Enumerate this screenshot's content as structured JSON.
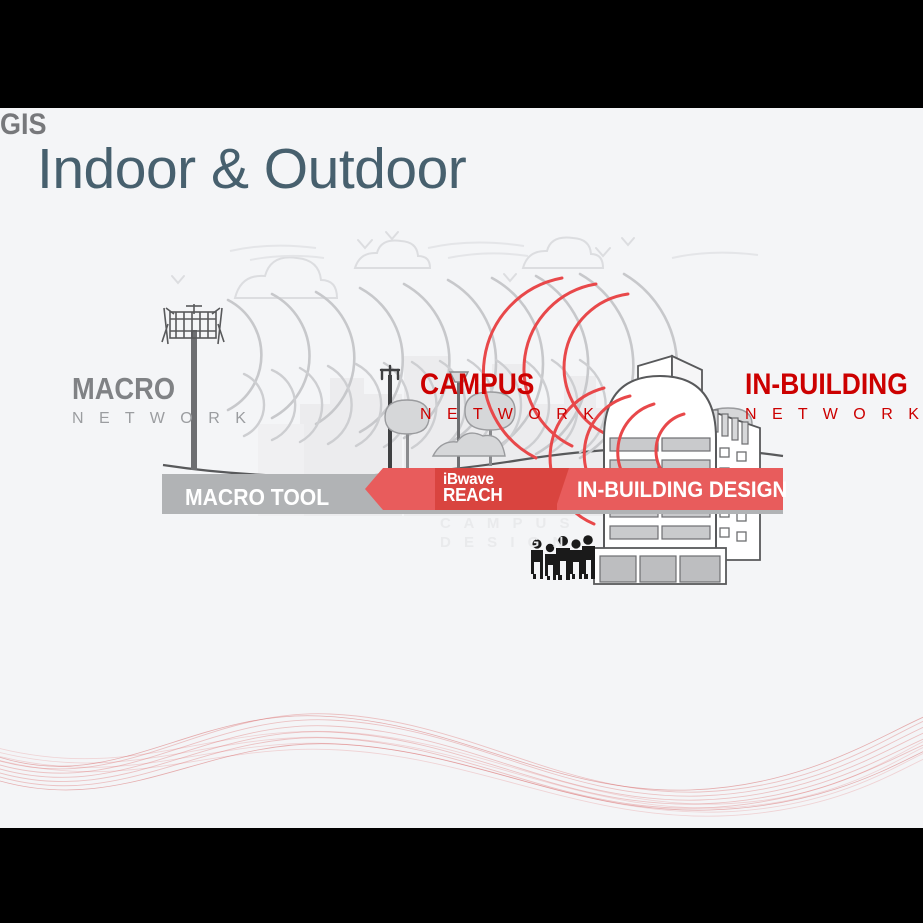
{
  "slide": {
    "title": "Indoor & Outdoor",
    "background_color": "#f4f5f7",
    "title_color": "#47606e",
    "accent_red": "#cc0000",
    "bar_red": "#e85c5c",
    "bar_red_dark": "#d9443f",
    "bar_gray": "#b1b3b5",
    "label_gray": "#808285"
  },
  "labels": {
    "macro": {
      "primary": "MACRO",
      "secondary": "N E T W O R K"
    },
    "gis": {
      "primary": "GIS"
    },
    "campus": {
      "primary": "CAMPUS",
      "secondary": "N E T W O R K"
    },
    "in_building": {
      "primary": "IN-BUILDING",
      "secondary": "N E T W O R K"
    }
  },
  "bars": {
    "macro_tool": "MACRO TOOL",
    "in_building_design": "IN-BUILDING DESIGN",
    "logo_line1": "iBwave",
    "logo_line2": "REACH",
    "campus_design_line1": "C A M P U S",
    "campus_design_line2": "D E S I G N"
  }
}
